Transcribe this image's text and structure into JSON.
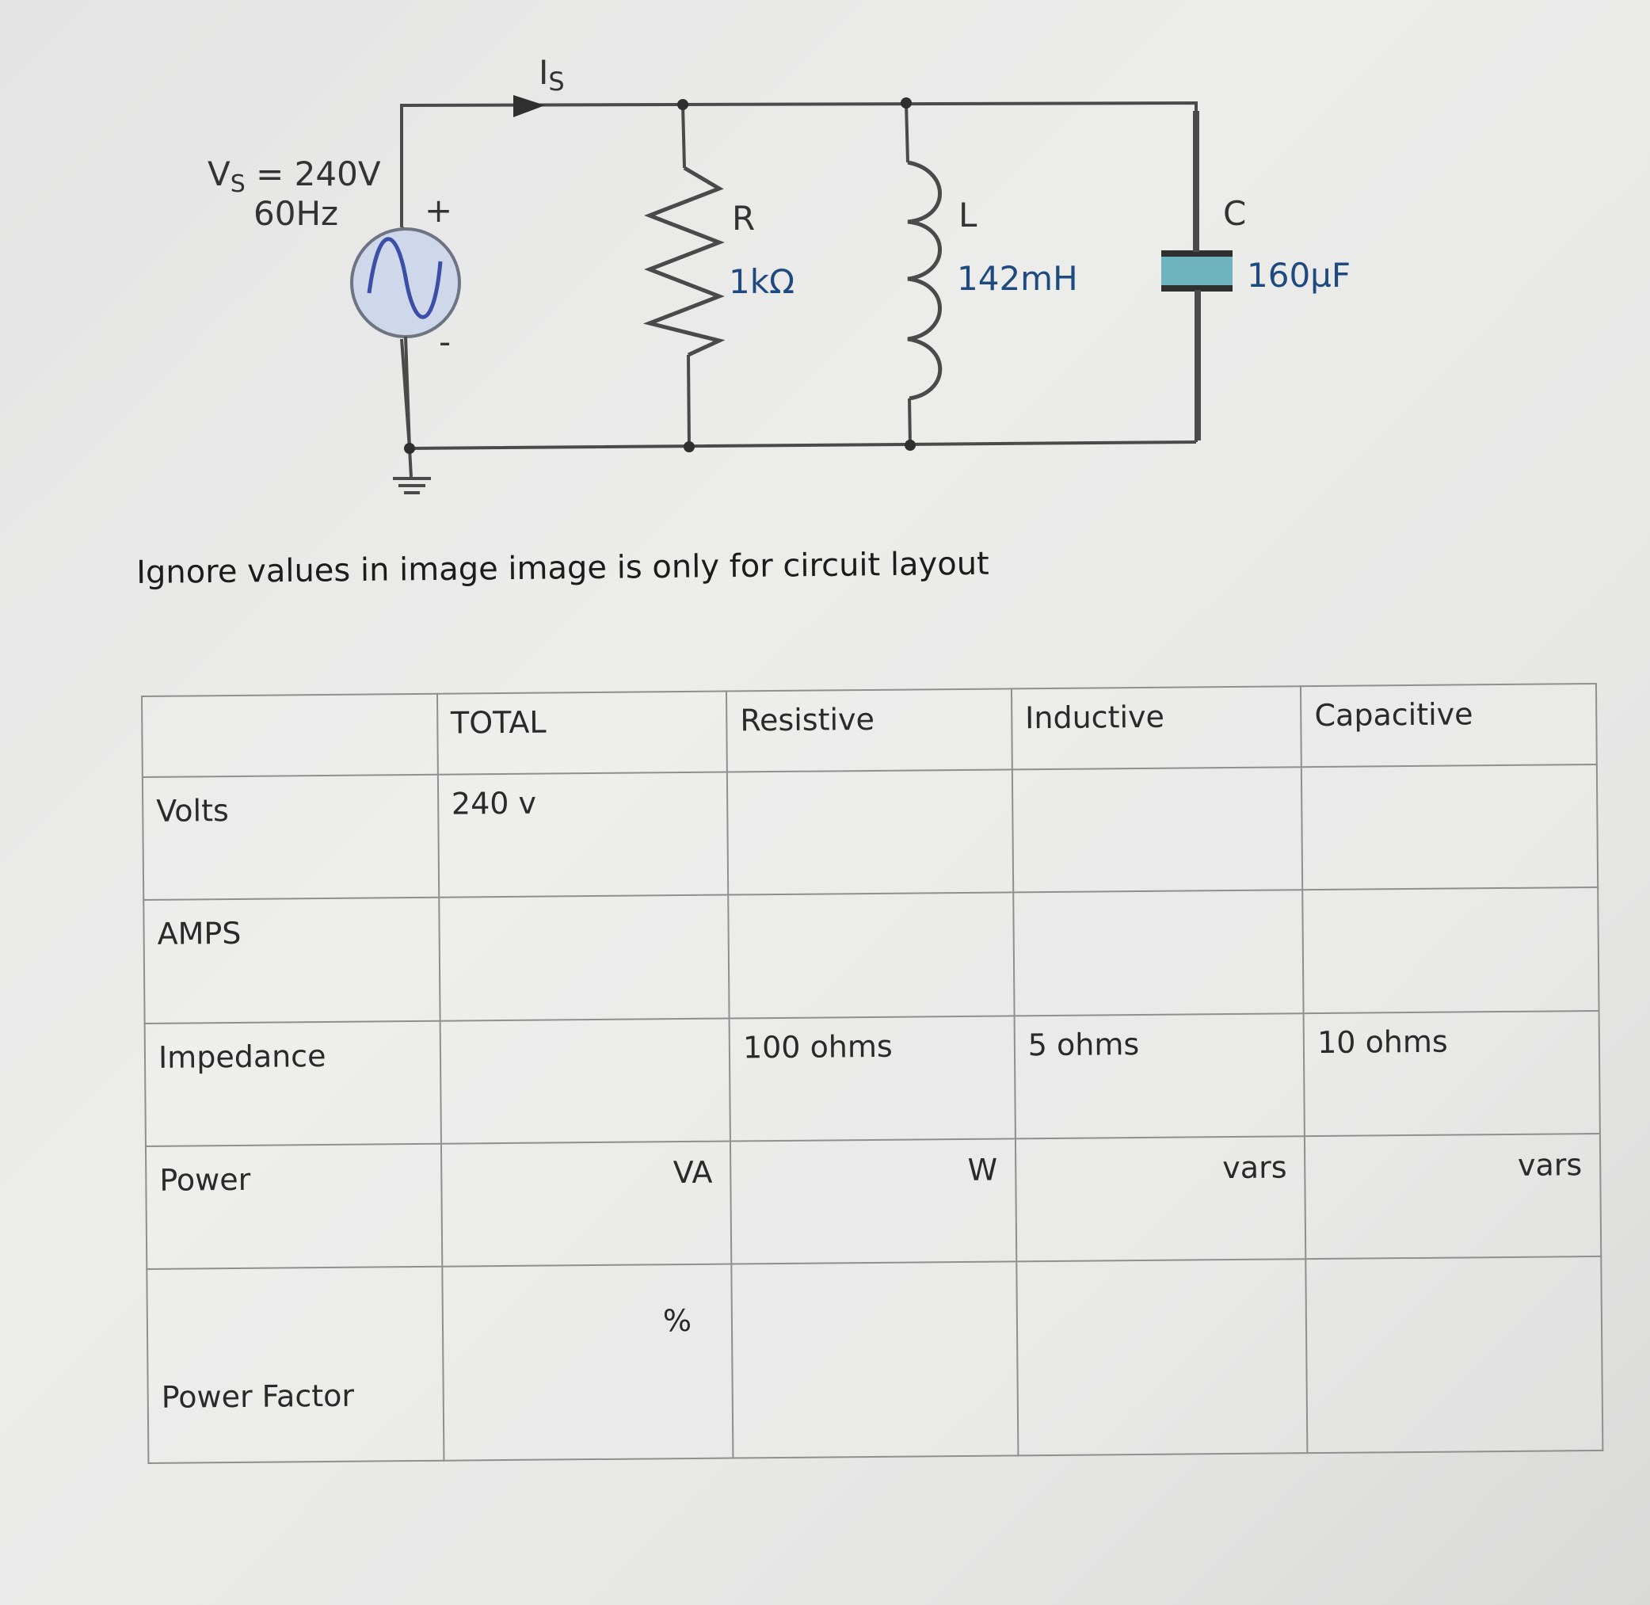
{
  "circuit": {
    "source_current_label": "I",
    "source_current_sub": "S",
    "source_voltage_label": "V",
    "source_voltage_sub": "S",
    "source_voltage_value": " = 240V",
    "source_frequency": "60Hz",
    "plus_sign": "+",
    "minus_sign": "-",
    "resistor_label": "R",
    "resistor_value": "1kΩ",
    "inductor_label": "L",
    "inductor_value": "142mH",
    "capacitor_label": "C",
    "capacitor_value": "160µF",
    "colors": {
      "wire": "#4a4a4a",
      "source_fill": "#cfd8ea",
      "source_wave": "#3b4fa8",
      "capacitor_fill": "#6fb3bf",
      "value_text": "#1f4a80"
    }
  },
  "note": "Ignore values in image image is only for circuit layout",
  "table": {
    "headers": [
      "",
      "TOTAL",
      "Resistive",
      "Inductive",
      "Capacitive"
    ],
    "rows": [
      {
        "label": "Volts",
        "cells": [
          "240 v",
          "",
          "",
          ""
        ]
      },
      {
        "label": "AMPS",
        "cells": [
          "",
          "",
          "",
          ""
        ]
      },
      {
        "label": "Impedance",
        "cells": [
          "",
          "100 ohms",
          "5  ohms",
          "10  ohms"
        ]
      },
      {
        "label": "Power",
        "cells": [
          "",
          "",
          "",
          ""
        ],
        "units": [
          "VA",
          "W",
          "vars",
          "vars"
        ]
      },
      {
        "label": "Power Factor",
        "cells": [
          "",
          "",
          "",
          ""
        ],
        "units": [
          "%",
          "",
          "",
          ""
        ]
      }
    ]
  }
}
